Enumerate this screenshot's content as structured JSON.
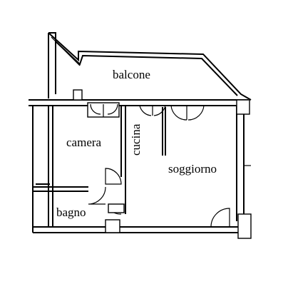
{
  "rooms": {
    "balcone": "balcone",
    "camera": "camera",
    "cucina": "cucina",
    "soggiorno": "soggiorno",
    "bagno": "bagno"
  }
}
